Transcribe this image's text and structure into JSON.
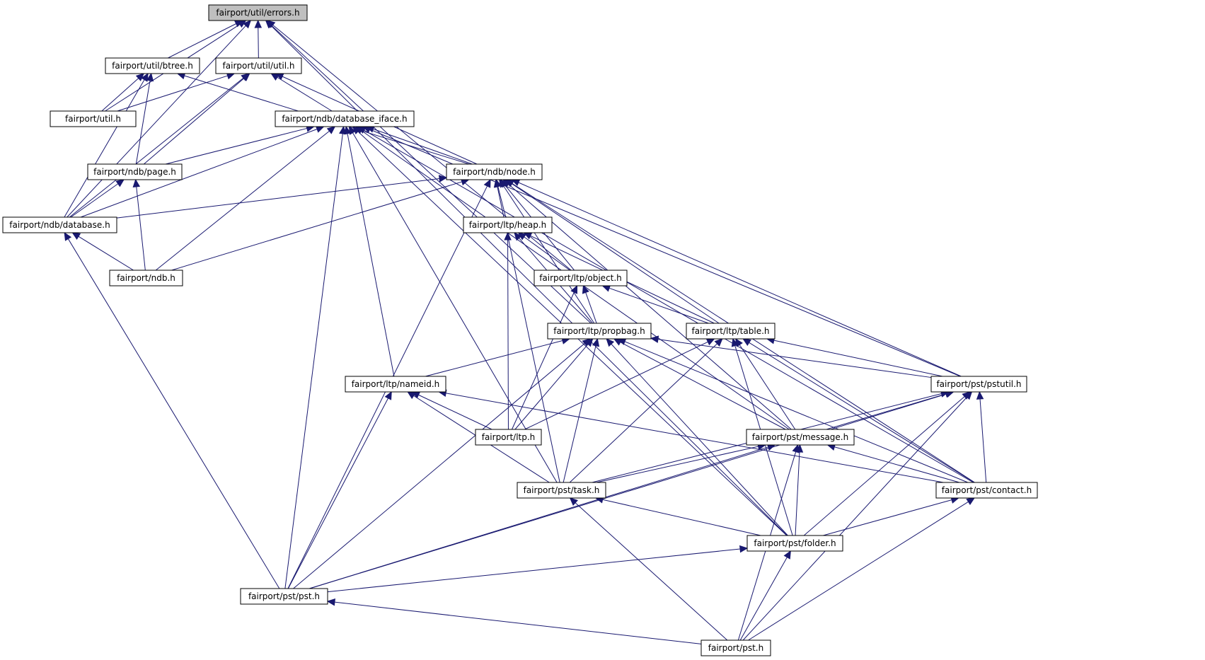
{
  "nodes": [
    {
      "id": "errors",
      "label": "fairport/util/errors.h",
      "root": true
    },
    {
      "id": "btree",
      "label": "fairport/util/btree.h"
    },
    {
      "id": "util_h",
      "label": "fairport/util/util.h"
    },
    {
      "id": "util",
      "label": "fairport/util.h"
    },
    {
      "id": "dbiface",
      "label": "fairport/ndb/database_iface.h"
    },
    {
      "id": "page",
      "label": "fairport/ndb/page.h"
    },
    {
      "id": "node",
      "label": "fairport/ndb/node.h"
    },
    {
      "id": "database",
      "label": "fairport/ndb/database.h"
    },
    {
      "id": "heap",
      "label": "fairport/ltp/heap.h"
    },
    {
      "id": "ndb",
      "label": "fairport/ndb.h"
    },
    {
      "id": "object",
      "label": "fairport/ltp/object.h"
    },
    {
      "id": "propbag",
      "label": "fairport/ltp/propbag.h"
    },
    {
      "id": "table",
      "label": "fairport/ltp/table.h"
    },
    {
      "id": "nameid",
      "label": "fairport/ltp/nameid.h"
    },
    {
      "id": "pstutil",
      "label": "fairport/pst/pstutil.h"
    },
    {
      "id": "ltp",
      "label": "fairport/ltp.h"
    },
    {
      "id": "message",
      "label": "fairport/pst/message.h"
    },
    {
      "id": "task",
      "label": "fairport/pst/task.h"
    },
    {
      "id": "contact",
      "label": "fairport/pst/contact.h"
    },
    {
      "id": "folder",
      "label": "fairport/pst/folder.h"
    },
    {
      "id": "pst_pst",
      "label": "fairport/pst/pst.h"
    },
    {
      "id": "pst",
      "label": "fairport/pst.h"
    }
  ],
  "edges": [
    [
      "btree",
      "errors"
    ],
    [
      "util_h",
      "errors"
    ],
    [
      "util",
      "errors"
    ],
    [
      "database",
      "errors"
    ],
    [
      "object",
      "errors"
    ],
    [
      "propbag",
      "errors"
    ],
    [
      "folder",
      "errors"
    ],
    [
      "util",
      "btree"
    ],
    [
      "page",
      "btree"
    ],
    [
      "database",
      "btree"
    ],
    [
      "node",
      "btree"
    ],
    [
      "util",
      "util_h"
    ],
    [
      "dbiface",
      "util_h"
    ],
    [
      "page",
      "util_h"
    ],
    [
      "database",
      "util_h"
    ],
    [
      "node",
      "util_h"
    ],
    [
      "page",
      "dbiface"
    ],
    [
      "database",
      "dbiface"
    ],
    [
      "ndb",
      "dbiface"
    ],
    [
      "node",
      "dbiface"
    ],
    [
      "nameid",
      "dbiface"
    ],
    [
      "task",
      "dbiface"
    ],
    [
      "pst_pst",
      "dbiface"
    ],
    [
      "message",
      "dbiface"
    ],
    [
      "pstutil",
      "dbiface"
    ],
    [
      "contact",
      "dbiface"
    ],
    [
      "folder",
      "dbiface"
    ],
    [
      "database",
      "page"
    ],
    [
      "ndb",
      "page"
    ],
    [
      "ndb",
      "database"
    ],
    [
      "pst_pst",
      "database"
    ],
    [
      "database",
      "node"
    ],
    [
      "ndb",
      "node"
    ],
    [
      "heap",
      "node"
    ],
    [
      "object",
      "node"
    ],
    [
      "propbag",
      "node"
    ],
    [
      "table",
      "node"
    ],
    [
      "message",
      "node"
    ],
    [
      "pstutil",
      "node"
    ],
    [
      "contact",
      "node"
    ],
    [
      "task",
      "node"
    ],
    [
      "pst_pst",
      "node"
    ],
    [
      "object",
      "heap"
    ],
    [
      "propbag",
      "heap"
    ],
    [
      "table",
      "heap"
    ],
    [
      "ltp",
      "heap"
    ],
    [
      "propbag",
      "object"
    ],
    [
      "table",
      "object"
    ],
    [
      "ltp",
      "object"
    ],
    [
      "nameid",
      "propbag"
    ],
    [
      "ltp",
      "propbag"
    ],
    [
      "task",
      "propbag"
    ],
    [
      "message",
      "propbag"
    ],
    [
      "pstutil",
      "propbag"
    ],
    [
      "contact",
      "propbag"
    ],
    [
      "folder",
      "propbag"
    ],
    [
      "pst_pst",
      "propbag"
    ],
    [
      "ltp",
      "table"
    ],
    [
      "task",
      "table"
    ],
    [
      "message",
      "table"
    ],
    [
      "pstutil",
      "table"
    ],
    [
      "contact",
      "table"
    ],
    [
      "folder",
      "table"
    ],
    [
      "ltp",
      "nameid"
    ],
    [
      "task",
      "nameid"
    ],
    [
      "contact",
      "nameid"
    ],
    [
      "pst_pst",
      "nameid"
    ],
    [
      "message",
      "pstutil"
    ],
    [
      "task",
      "pstutil"
    ],
    [
      "contact",
      "pstutil"
    ],
    [
      "folder",
      "pstutil"
    ],
    [
      "pst_pst",
      "pstutil"
    ],
    [
      "pst",
      "pstutil"
    ],
    [
      "task",
      "message"
    ],
    [
      "contact",
      "message"
    ],
    [
      "folder",
      "message"
    ],
    [
      "pst_pst",
      "message"
    ],
    [
      "pst",
      "message"
    ],
    [
      "folder",
      "task"
    ],
    [
      "pst",
      "task"
    ],
    [
      "folder",
      "contact"
    ],
    [
      "pst",
      "contact"
    ],
    [
      "pst_pst",
      "folder"
    ],
    [
      "pst",
      "folder"
    ],
    [
      "pst",
      "pst_pst"
    ]
  ]
}
